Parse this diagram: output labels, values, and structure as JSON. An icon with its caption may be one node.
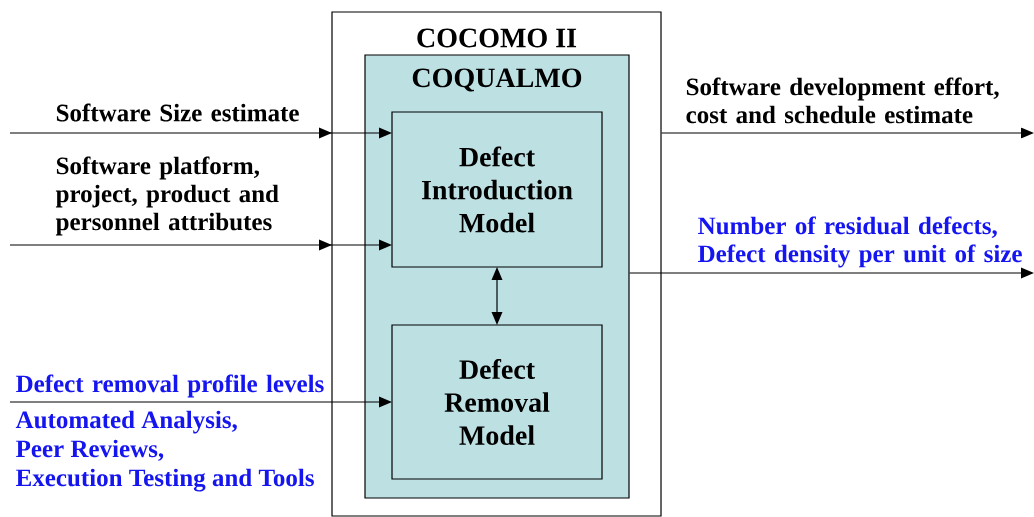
{
  "diagram": {
    "nodes": [
      {
        "text": [
          "COCOMO II"
        ]
      },
      {
        "text": [
          "COQUALMO"
        ],
        "in": 0
      },
      {
        "text": [
          "Defect Introduction Model"
        ],
        "in": 1
      },
      {
        "text": [
          "Defect Removal Model"
        ],
        "in": 1
      }
    ],
    "edges": [
      {
        "from": null,
        "to": 2,
        "arrow": "to",
        "label": "Software Size estimate"
      },
      {
        "from": null,
        "to": 2,
        "arrow": "to",
        "label": "Software platform, project, product and personnel attributes"
      },
      {
        "from": null,
        "to": 3,
        "arrow": "to",
        "label": "Defect removal profile levels"
      },
      {
        "from": 0,
        "to": null,
        "arrow": "to",
        "label": "Software development effort, cost and schedule estimate"
      },
      {
        "from": 1,
        "to": null,
        "arrow": "to",
        "label": "Number of residual defects, Defect density per unit of size"
      },
      {
        "from": 2,
        "to": 3,
        "arrow": "both"
      }
    ],
    "labels": [
      "Automated Analysis,",
      "Peer Reviews,",
      "Execution Testing and Tools"
    ]
  }
}
